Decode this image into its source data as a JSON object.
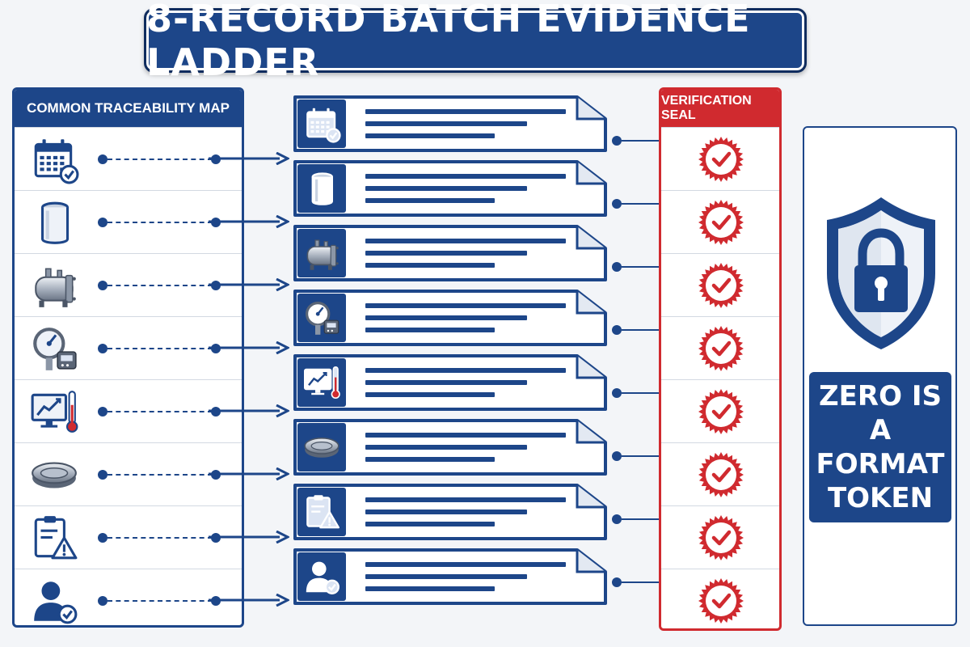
{
  "title": "8-RECORD BATCH EVIDENCE LADDER",
  "map": {
    "header": "COMMON TRACEABILITY MAP",
    "rows": [
      {
        "icon": "calendar-check-icon"
      },
      {
        "icon": "drum-container-icon"
      },
      {
        "icon": "steam-boiler-icon"
      },
      {
        "icon": "pressure-gauge-icon"
      },
      {
        "icon": "trend-monitor-thermometer-icon"
      },
      {
        "icon": "gasket-ring-icon"
      },
      {
        "icon": "clipboard-warning-icon"
      },
      {
        "icon": "user-approved-icon"
      }
    ]
  },
  "records": [
    {
      "icon": "calendar-check-icon"
    },
    {
      "icon": "drum-container-icon"
    },
    {
      "icon": "steam-boiler-icon"
    },
    {
      "icon": "pressure-gauge-icon"
    },
    {
      "icon": "trend-monitor-thermometer-icon"
    },
    {
      "icon": "gasket-ring-icon"
    },
    {
      "icon": "clipboard-warning-icon"
    },
    {
      "icon": "user-approved-icon"
    }
  ],
  "seal": {
    "header": "VERIFICATION SEAL",
    "icon": "check-seal-icon"
  },
  "token": {
    "text": "ZERO IS\nA FORMAT\nTOKEN",
    "icon": "shield-lock-icon"
  },
  "colors": {
    "navy": "#1d4689",
    "red": "#d02a2f",
    "panel": "#ffffff",
    "background": "#f3f5f8"
  }
}
